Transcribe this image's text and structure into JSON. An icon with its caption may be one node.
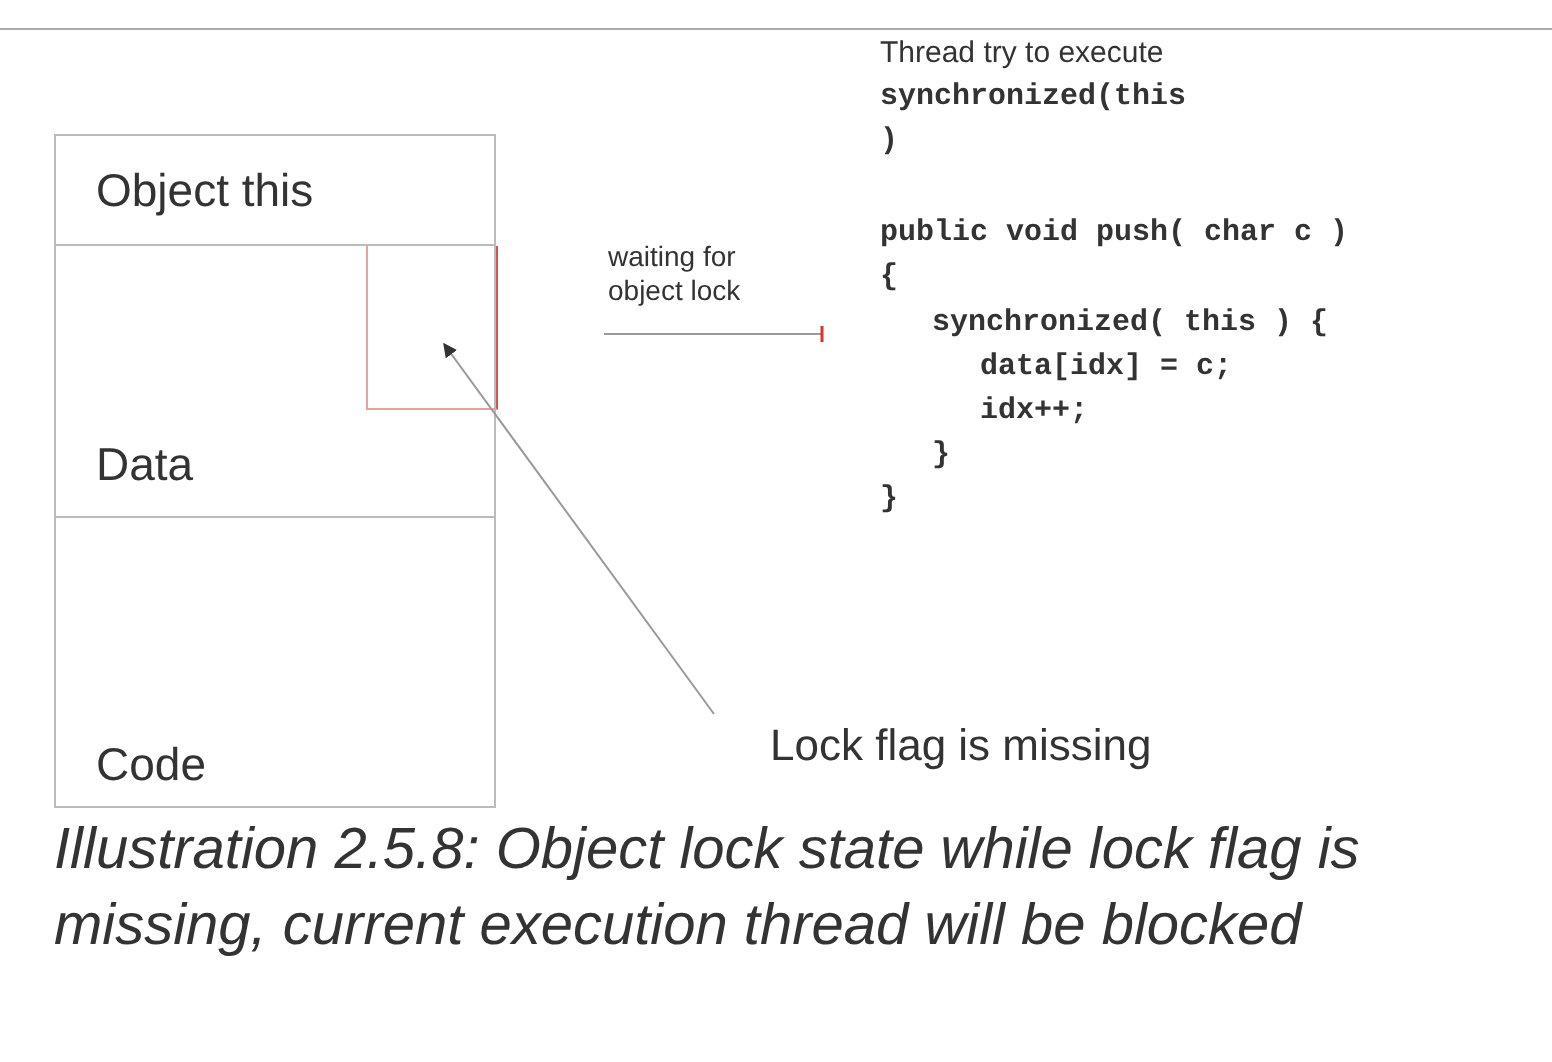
{
  "diagram": {
    "caption": "Illustration 2.5.8: Object lock state while lock flag is missing, current execution thread will be blocked",
    "nodes": [
      {
        "text": [
          "Object this"
        ]
      },
      {
        "text": [
          "Data"
        ]
      },
      {
        "text": [
          "Code"
        ]
      },
      {
        "text": [],
        "shape": "box",
        "in": 1
      },
      {
        "text": [
          "Lock flag is missing"
        ]
      }
    ],
    "edges": [
      {
        "from": 4,
        "to": 3,
        "arrow": "to"
      }
    ],
    "labels": [
      "Thread try to execute",
      "synchronized(this )",
      "waiting for object lock",
      "public void push( char c )",
      "{",
      "synchronized( this ) {",
      "data[idx] = c;",
      "idx++;",
      "}",
      "}"
    ]
  }
}
